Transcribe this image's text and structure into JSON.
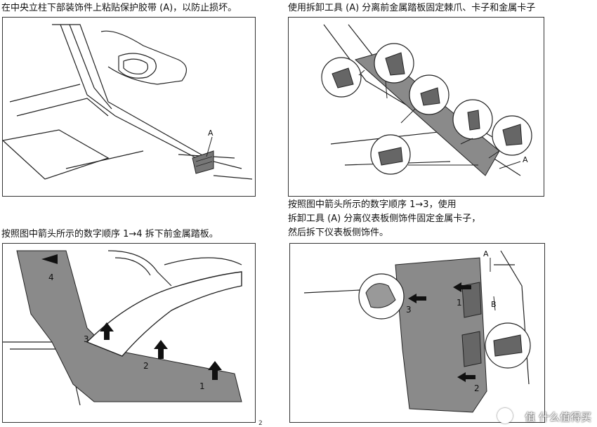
{
  "steps": [
    {
      "caption": "在中央立柱下部装饰件上粘贴保护胶带 (A)，以防止损坏。",
      "label_a": "A"
    },
    {
      "caption": "使用拆卸工具 (A) 分离前金属踏板固定棘爪、卡子和金属卡子",
      "label_a": "A"
    },
    {
      "caption": "按照图中箭头所示的数字顺序 1→4 拆下前金属踏板。",
      "numbers": [
        "4",
        "3",
        "2",
        "1"
      ]
    },
    {
      "caption_lines": [
        "按照图中箭头所示的数字顺序 1→3，使用",
        "拆卸工具 (A) 分离仪表板侧饰件固定金属卡子，",
        "然后拆下仪表板侧饰件。"
      ],
      "numbers": [
        "1",
        "2",
        "3"
      ],
      "label_a": "A",
      "label_b": "B"
    }
  ],
  "watermark": "值 什么值得买",
  "page_mark": "2"
}
